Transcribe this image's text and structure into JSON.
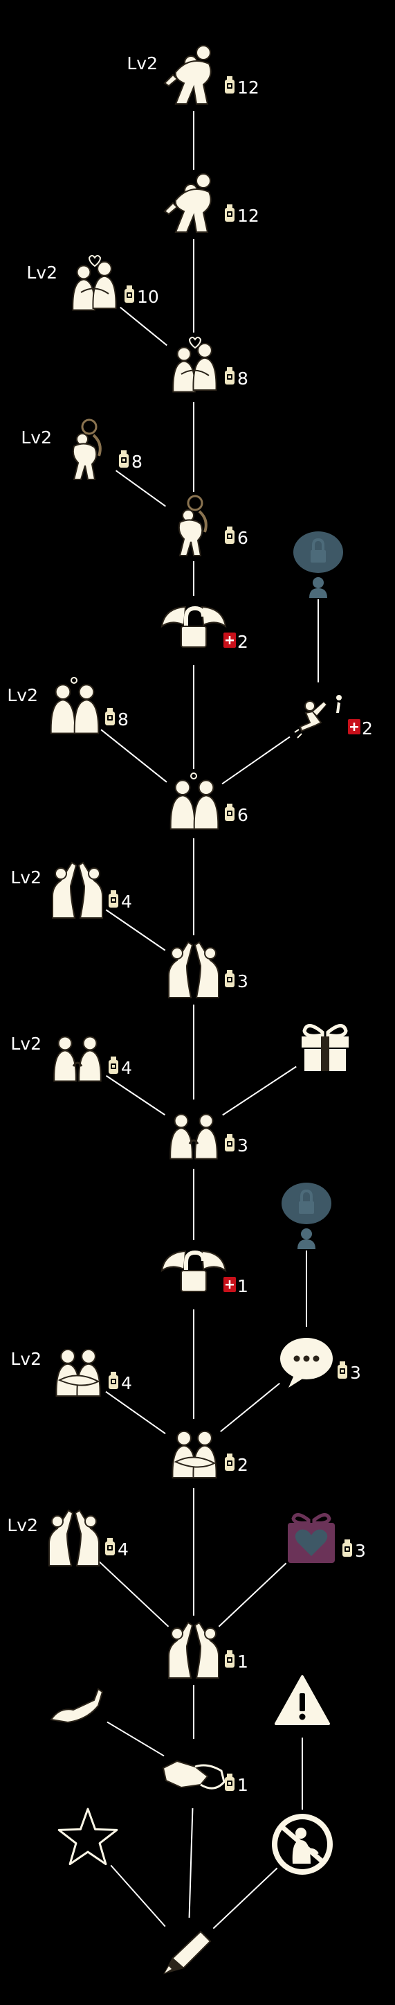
{
  "colors": {
    "background": "#000000",
    "line": "#ffffff",
    "node_fill": "#fbf6e6",
    "node_stroke": "#2b241a",
    "text": "#ffffff",
    "cost_icon": "#f1e8c4",
    "red_cost_icon": "#c8101a",
    "locked_bubble": "#3e5866",
    "locked_icon": "#4d6b7a",
    "heart_gift": "#6b3358"
  },
  "tree": {
    "nodes": [
      {
        "id": "lift-lv2",
        "icon": "couple-lift-icon",
        "level": "Lv2",
        "cost": "12",
        "cost_icon": "bottle-icon"
      },
      {
        "id": "lift",
        "icon": "couple-lift-icon",
        "level": "",
        "cost": "12",
        "cost_icon": "bottle-icon"
      },
      {
        "id": "kiss-lv2",
        "icon": "couple-kiss-icon",
        "level": "Lv2",
        "cost": "10",
        "cost_icon": "bottle-icon"
      },
      {
        "id": "kiss",
        "icon": "couple-kiss-icon",
        "level": "",
        "cost": "8",
        "cost_icon": "bottle-icon"
      },
      {
        "id": "piggyback-lv2",
        "icon": "piggyback-icon",
        "level": "Lv2",
        "cost": "8",
        "cost_icon": "bottle-icon"
      },
      {
        "id": "piggyback",
        "icon": "piggyback-icon",
        "level": "",
        "cost": "6",
        "cost_icon": "bottle-icon"
      },
      {
        "id": "unlock-2",
        "icon": "winged-lock-icon",
        "level": "",
        "cost": "2",
        "cost_icon": "red-plus-icon"
      },
      {
        "id": "locked-top",
        "icon": "locked-thought-icon",
        "level": "",
        "cost": "",
        "cost_icon": ""
      },
      {
        "id": "jump",
        "icon": "jumping-person-icon",
        "level": "",
        "cost": "2",
        "cost_icon": "red-plus-icon"
      },
      {
        "id": "lean-lv2",
        "icon": "couple-lean-icon",
        "level": "Lv2",
        "cost": "8",
        "cost_icon": "bottle-icon"
      },
      {
        "id": "lean",
        "icon": "couple-lean-icon",
        "level": "",
        "cost": "6",
        "cost_icon": "bottle-icon"
      },
      {
        "id": "highfive-a-lv2",
        "icon": "high-five-icon",
        "level": "Lv2",
        "cost": "4",
        "cost_icon": "bottle-icon"
      },
      {
        "id": "highfive-a",
        "icon": "high-five-icon",
        "level": "",
        "cost": "3",
        "cost_icon": "bottle-icon"
      },
      {
        "id": "gift-box",
        "icon": "gift-box-icon",
        "level": "",
        "cost": "",
        "cost_icon": ""
      },
      {
        "id": "handhold-lv2",
        "icon": "hand-hold-icon",
        "level": "Lv2",
        "cost": "4",
        "cost_icon": "bottle-icon"
      },
      {
        "id": "handhold",
        "icon": "hand-hold-icon",
        "level": "",
        "cost": "3",
        "cost_icon": "bottle-icon"
      },
      {
        "id": "locked-mid",
        "icon": "locked-thought-icon",
        "level": "",
        "cost": "",
        "cost_icon": ""
      },
      {
        "id": "unlock-1",
        "icon": "winged-lock-icon",
        "level": "",
        "cost": "1",
        "cost_icon": "red-plus-icon"
      },
      {
        "id": "chat",
        "icon": "speech-bubble-icon",
        "level": "",
        "cost": "3",
        "cost_icon": "bottle-icon"
      },
      {
        "id": "hug-lv2",
        "icon": "couple-hug-icon",
        "level": "Lv2",
        "cost": "4",
        "cost_icon": "bottle-icon"
      },
      {
        "id": "hug",
        "icon": "couple-hug-icon",
        "level": "",
        "cost": "2",
        "cost_icon": "bottle-icon"
      },
      {
        "id": "highfive-b-lv2",
        "icon": "high-five-icon",
        "level": "Lv2",
        "cost": "4",
        "cost_icon": "bottle-icon"
      },
      {
        "id": "heart-gift",
        "icon": "heart-gift-icon",
        "level": "",
        "cost": "3",
        "cost_icon": "bottle-icon"
      },
      {
        "id": "highfive-b",
        "icon": "high-five-icon",
        "level": "",
        "cost": "1",
        "cost_icon": "bottle-icon"
      },
      {
        "id": "open-hand",
        "icon": "open-hand-icon",
        "level": "",
        "cost": "",
        "cost_icon": ""
      },
      {
        "id": "warning",
        "icon": "warning-icon",
        "level": "",
        "cost": "",
        "cost_icon": ""
      },
      {
        "id": "handshake",
        "icon": "handshake-icon",
        "level": "",
        "cost": "1",
        "cost_icon": "bottle-icon"
      },
      {
        "id": "star",
        "icon": "star-outline-icon",
        "level": "",
        "cost": "",
        "cost_icon": ""
      },
      {
        "id": "no-touch",
        "icon": "no-touch-icon",
        "level": "",
        "cost": "",
        "cost_icon": ""
      },
      {
        "id": "pencil",
        "icon": "pencil-icon",
        "level": "",
        "cost": "",
        "cost_icon": ""
      }
    ]
  }
}
